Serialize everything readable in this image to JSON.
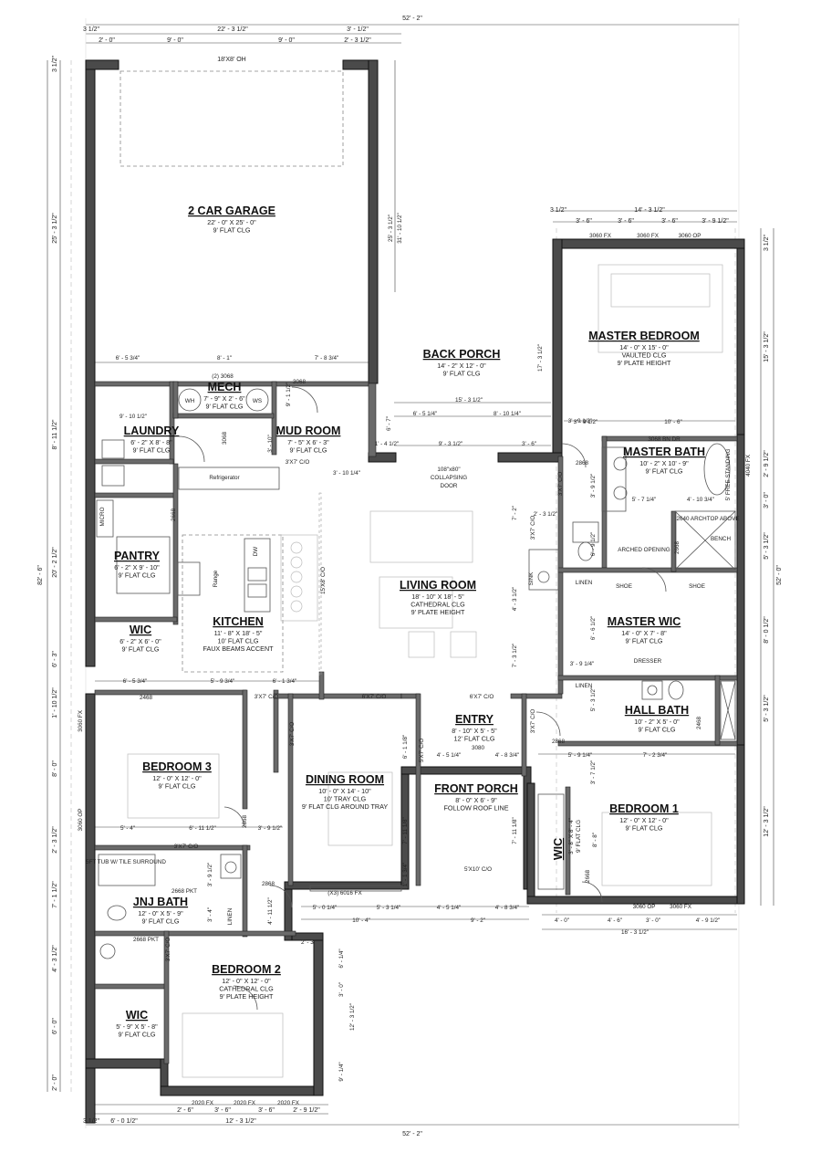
{
  "rooms": [
    {
      "id": "garage",
      "name": "2 CAR GARAGE",
      "lines": [
        "22' - 0\" X 25' - 0\"",
        "9' FLAT CLG"
      ]
    },
    {
      "id": "back-porch",
      "name": "BACK PORCH",
      "lines": [
        "14' - 2\" X 12' - 0\"",
        "9' FLAT CLG"
      ]
    },
    {
      "id": "master-bedroom",
      "name": "MASTER BEDROOM",
      "lines": [
        "14' - 0\" X 15' - 0\"",
        "VAULTED CLG",
        "9' PLATE HEIGHT"
      ]
    },
    {
      "id": "mech",
      "name": "MECH",
      "lines": [
        "7' - 9\" X 2' - 6\"",
        "9' FLAT CLG"
      ]
    },
    {
      "id": "laundry",
      "name": "LAUNDRY",
      "lines": [
        "6' - 2\" X 8' - 8\"",
        "9' FLAT CLG"
      ]
    },
    {
      "id": "mud-room",
      "name": "MUD ROOM",
      "lines": [
        "7' - 5\" X 6' - 3\"",
        "9' FLAT CLG"
      ]
    },
    {
      "id": "master-bath",
      "name": "MASTER BATH",
      "lines": [
        "10' - 2\" X 10' - 9\"",
        "9' FLAT CLG"
      ]
    },
    {
      "id": "pantry",
      "name": "PANTRY",
      "lines": [
        "6' - 2\" X 9' - 10\"",
        "9' FLAT CLG"
      ]
    },
    {
      "id": "living-room",
      "name": "LIVING ROOM",
      "lines": [
        "18' - 10\" X 18' - 5\"",
        "CATHEDRAL CLG",
        "9' PLATE HEIGHT"
      ]
    },
    {
      "id": "kitchen",
      "name": "KITCHEN",
      "lines": [
        "11' - 8\" X 18' - 5\"",
        "10' FLAT CLG",
        "FAUX BEAMS ACCENT"
      ]
    },
    {
      "id": "master-wic",
      "name": "MASTER WIC",
      "lines": [
        "14' - 0\" X 7' - 8\"",
        "9' FLAT CLG"
      ]
    },
    {
      "id": "wic-pantry",
      "name": "WIC",
      "lines": [
        "6' - 2\" X 6' - 0\"",
        "9' FLAT CLG"
      ]
    },
    {
      "id": "hall-bath",
      "name": "HALL BATH",
      "lines": [
        "10' - 2\" X 5' - 0\"",
        "9' FLAT CLG"
      ]
    },
    {
      "id": "entry",
      "name": "ENTRY",
      "lines": [
        "8' - 10\" X 5' - 5\"",
        "12' FLAT CLG"
      ]
    },
    {
      "id": "bedroom-3",
      "name": "BEDROOM 3",
      "lines": [
        "12' - 0\" X 12' - 0\"",
        "9' FLAT CLG"
      ]
    },
    {
      "id": "dining-room",
      "name": "DINING ROOM",
      "lines": [
        "10' - 0\" X 14' - 10\"",
        "10' TRAY CLG",
        "9' FLAT CLG AROUND TRAY"
      ]
    },
    {
      "id": "front-porch",
      "name": "FRONT PORCH",
      "lines": [
        "8' - 0\" X 6' - 9\"",
        "FOLLOW ROOF LINE"
      ]
    },
    {
      "id": "bedroom-1",
      "name": "BEDROOM 1",
      "lines": [
        "12' - 0\" X 12' - 0\"",
        "9' FLAT CLG"
      ]
    },
    {
      "id": "jnj-bath",
      "name": "JNJ BATH",
      "lines": [
        "12' - 0\" X 5' - 9\"",
        "9' FLAT CLG"
      ]
    },
    {
      "id": "bedroom-2",
      "name": "BEDROOM 2",
      "lines": [
        "12' - 0\" X 12' - 0\"",
        "CATHEDRAL CLG",
        "9' PLATE HEIGHT"
      ]
    },
    {
      "id": "wic-bed2",
      "name": "WIC",
      "lines": [
        "5' - 9\" X 5' - 8\"",
        "9' FLAT CLG"
      ]
    }
  ],
  "wic_bed1": {
    "name": "WIC",
    "spec": "3' - 8\" X 8' - 4\"",
    "ceiling": "9' FLAT CLG"
  },
  "dims_top": {
    "overall": "52' - 2\"",
    "seg": [
      "3 1/2\"",
      "22' - 3 1/2\"",
      "3' - 1/2\"",
      "2' - 0\"",
      "9' - 0\"",
      "9' - 0\"",
      "2' - 3 1/2\""
    ],
    "oh": "18'X8' OH"
  },
  "dims_bottom": {
    "overall": "52' - 2\"",
    "a": "3 1/2\"",
    "b": "6' - 0 1/2\"",
    "c": "12' - 3 1/2\"",
    "d": "2' - 6\"",
    "e": "3' - 6\"",
    "f": "3' - 6\"",
    "g": "2' - 9 1/2\""
  },
  "dims_left": {
    "overall": "82' - 6\"",
    "seg": [
      "3 1/2\"",
      "25' - 3 1/2\"",
      "8' - 11 1/2\"",
      "20' - 2 1/2\"",
      "6' - 3\"",
      "1' - 10 1/2\"",
      "8' - 0\"",
      "2' - 3 1/2\"",
      "7' - 1 1/2\"",
      "4' - 3 1/2\"",
      "6' - 0\"",
      "2' - 0\""
    ]
  },
  "dims_right": {
    "overall": "52' - 0\"",
    "seg": [
      "3 1/2\"",
      "15' - 3 1/2\"",
      "2' - 9 1/2\"",
      "3' - 0\"",
      "5' - 3 1/2\"",
      "8' - 0 1/2\"",
      "5' - 3 1/2\"",
      "12' - 3 1/2\""
    ]
  },
  "dims_master_top": {
    "total": "14' - 3 1/2\"",
    "a": "3 1/2\"",
    "b": "3' - 6\"",
    "c": "3' - 6\"",
    "d": "3' - 6\"",
    "e": "3' - 9 1/2\""
  },
  "labels": [
    {
      "id": "mech-doors",
      "text": "(2) 3068"
    },
    {
      "id": "wh",
      "text": "WH"
    },
    {
      "id": "ws",
      "text": "WS"
    },
    {
      "id": "mud-door",
      "text": "3068"
    },
    {
      "id": "laundry-dim",
      "text": "9' - 10 1/2\""
    },
    {
      "id": "garage-a",
      "text": "6' - 5 3/4\""
    },
    {
      "id": "garage-b",
      "text": "8' - 1\""
    },
    {
      "id": "garage-c",
      "text": "7' - 8 3/4\""
    },
    {
      "id": "porch-w",
      "text": "15' - 3 1/2\""
    },
    {
      "id": "porch-a",
      "text": "6' - 5 1/4\""
    },
    {
      "id": "porch-b",
      "text": "8' - 10 1/4\""
    },
    {
      "id": "porch-c",
      "text": "1' - 4 1/2\""
    },
    {
      "id": "porch-d",
      "text": "9' - 3 1/2\""
    },
    {
      "id": "porch-e",
      "text": "3' - 6\""
    },
    {
      "id": "collapsing",
      "text": "108\"x80\""
    },
    {
      "id": "collapsing2",
      "text": "COLLAPSING"
    },
    {
      "id": "collapsing3",
      "text": "DOOR"
    },
    {
      "id": "fridge",
      "text": "Refrigerator"
    },
    {
      "id": "micro",
      "text": "MICRO"
    },
    {
      "id": "dw",
      "text": "DW"
    },
    {
      "id": "range",
      "text": "Range"
    },
    {
      "id": "co-15",
      "text": "15'X8' C/O"
    },
    {
      "id": "co-3x7a",
      "text": "3'X7' C/O"
    },
    {
      "id": "co-6x7a",
      "text": "6'X7' C/O"
    },
    {
      "id": "co-6x7b",
      "text": "6'X7' C/O"
    },
    {
      "id": "mb-3068",
      "text": "3068 BN DR"
    },
    {
      "id": "mb-2868",
      "text": "2868"
    },
    {
      "id": "free",
      "text": "5' FREE STANDING"
    },
    {
      "id": "arch",
      "text": "2640 ARCHTOP ABOVE"
    },
    {
      "id": "bench",
      "text": "BENCH"
    },
    {
      "id": "arched",
      "text": "ARCHED OPENING"
    },
    {
      "id": "linen1",
      "text": "LINEN"
    },
    {
      "id": "shoe1",
      "text": "SHOE"
    },
    {
      "id": "shoe2",
      "text": "SHOE"
    },
    {
      "id": "dresser",
      "text": "DRESSER"
    },
    {
      "id": "linen2",
      "text": "LINEN"
    },
    {
      "id": "2668a",
      "text": "2668"
    },
    {
      "id": "2468a",
      "text": "2468"
    },
    {
      "id": "3080",
      "text": "3080"
    },
    {
      "id": "5x10",
      "text": "5'X10' C/O"
    },
    {
      "id": "6016",
      "text": "(X3) 6016 FX"
    },
    {
      "id": "2868b",
      "text": "2868"
    },
    {
      "id": "tub",
      "text": "5FT TUB W/ TILE SURROUND"
    },
    {
      "id": "2668pkt",
      "text": "2668 PKT"
    },
    {
      "id": "2668pkt2",
      "text": "2668 PKT"
    },
    {
      "id": "linen3",
      "text": "LINEN"
    },
    {
      "id": "3060fx",
      "text": "3060 FX"
    },
    {
      "id": "3060op",
      "text": "3060 OP"
    },
    {
      "id": "2020a",
      "text": "2020 FX"
    },
    {
      "id": "2020b",
      "text": "2020 FX"
    },
    {
      "id": "2020c",
      "text": "2020 FX"
    },
    {
      "id": "w3060a",
      "text": "3060 FX"
    },
    {
      "id": "w3060b",
      "text": "3060 FX"
    },
    {
      "id": "w3060c",
      "text": "3060 OP"
    },
    {
      "id": "b1-3060op",
      "text": "3060 OP"
    },
    {
      "id": "b1-3060fx",
      "text": "3060 FX"
    },
    {
      "id": "4040",
      "text": "4040 FX"
    },
    {
      "id": "d1",
      "text": "5' - 9 3/4\""
    },
    {
      "id": "d2",
      "text": "6' - 1 3/4\""
    },
    {
      "id": "d3",
      "text": "6' - 5 3/4\""
    },
    {
      "id": "d4",
      "text": "5' - 4\""
    },
    {
      "id": "d5",
      "text": "6' - 11 1/2\""
    },
    {
      "id": "d6",
      "text": "3' - 9 1/2\""
    },
    {
      "id": "d7",
      "text": "5' - 0 1/4\""
    },
    {
      "id": "d8",
      "text": "5' - 3 1/4\""
    },
    {
      "id": "d9",
      "text": "4' - 5 1/4\""
    },
    {
      "id": "d10",
      "text": "4' - 8 3/4\""
    },
    {
      "id": "d11",
      "text": "10' - 4\""
    },
    {
      "id": "d12",
      "text": "9' - 2\""
    },
    {
      "id": "d13",
      "text": "4' - 0\""
    },
    {
      "id": "d14",
      "text": "4' - 6\""
    },
    {
      "id": "d15",
      "text": "3' - 0\""
    },
    {
      "id": "d16",
      "text": "4' - 9 1/2\""
    },
    {
      "id": "d17",
      "text": "16' - 3 1/2\""
    },
    {
      "id": "d18",
      "text": "5' - 9 1/4\""
    },
    {
      "id": "d19",
      "text": "7' - 2 3/4\""
    },
    {
      "id": "d20",
      "text": "3' - 9 1/4\""
    },
    {
      "id": "d21",
      "text": "10' - 6\""
    },
    {
      "id": "d22",
      "text": "3' - 9 1/2\""
    },
    {
      "id": "d23",
      "text": "5' - 7 1/4\""
    },
    {
      "id": "d24",
      "text": "4' - 10 3/4\""
    },
    {
      "id": "d25",
      "text": "2' - 3 1/2\""
    },
    {
      "id": "d26",
      "text": "4' - 3 1/2\""
    },
    {
      "id": "d27",
      "text": "7' - 3 1/2\""
    },
    {
      "id": "d28",
      "text": "7' - 2\""
    },
    {
      "id": "d29",
      "text": "4' - 5 1/4\""
    },
    {
      "id": "d30",
      "text": "4' - 8 3/4\""
    },
    {
      "id": "d31",
      "text": "6' - 1 1/8\""
    },
    {
      "id": "d32",
      "text": "7' - 11 1/8\""
    },
    {
      "id": "d33",
      "text": "7' - 11 1/8\""
    },
    {
      "id": "d34",
      "text": "1' - 1 3/4\""
    },
    {
      "id": "d35",
      "text": "4' - 11 1/2\""
    },
    {
      "id": "d36",
      "text": "2' - 3\""
    },
    {
      "id": "d37",
      "text": "3' - 10 1/4\""
    },
    {
      "id": "d38",
      "text": "3' - 9 1/2\""
    },
    {
      "id": "d39",
      "text": "3' - 4\""
    },
    {
      "id": "d40",
      "text": "2668"
    },
    {
      "id": "d41",
      "text": "2868"
    },
    {
      "id": "d42",
      "text": "17' - 3 1/2\""
    },
    {
      "id": "d43",
      "text": "31' - 10 1/2\""
    },
    {
      "id": "d44",
      "text": "25' - 3 1/2\""
    },
    {
      "id": "d45",
      "text": "6' - 7\""
    },
    {
      "id": "d46",
      "text": "3' - 10\""
    },
    {
      "id": "d47",
      "text": "9' - 1 1/2\""
    },
    {
      "id": "d48",
      "text": "3' - 9 1/2\""
    },
    {
      "id": "d49",
      "text": "6' - 9 1/2\""
    },
    {
      "id": "d50",
      "text": "6' - 6 1/2\""
    },
    {
      "id": "d51",
      "text": "5' - 3 1/2\""
    },
    {
      "id": "d52",
      "text": "3' - 7 1/2\""
    },
    {
      "id": "d53",
      "text": "8' - 8\""
    },
    {
      "id": "d54",
      "text": "3' - 0\""
    },
    {
      "id": "d55",
      "text": "9' - 1/4\""
    },
    {
      "id": "d56",
      "text": "6' - 1/4\""
    },
    {
      "id": "d57",
      "text": "12' - 3 1/2\""
    },
    {
      "id": "d58",
      "text": "3' - 9 1/2\""
    },
    {
      "id": "d59",
      "text": "3068"
    },
    {
      "id": "sink",
      "text": "SINK"
    },
    {
      "id": "2668c",
      "text": "2668"
    },
    {
      "id": "2468b",
      "text": "2468"
    },
    {
      "id": "2868c",
      "text": "2868"
    },
    {
      "id": "co3x7b",
      "text": "3'X7' C/O"
    },
    {
      "id": "co3x7c",
      "text": "3'X7' C/O"
    },
    {
      "id": "co3x7d",
      "text": "3'X7' C/O"
    },
    {
      "id": "co3x7e",
      "text": "3'X7' C/O"
    },
    {
      "id": "co3x7f",
      "text": "3'X7' C/O"
    },
    {
      "id": "co3x7g",
      "text": "3'X7' C/O"
    },
    {
      "id": "co5x7",
      "text": "5'X7' C/O"
    },
    {
      "id": "co3x7h",
      "text": "3'X7' C/O"
    }
  ]
}
